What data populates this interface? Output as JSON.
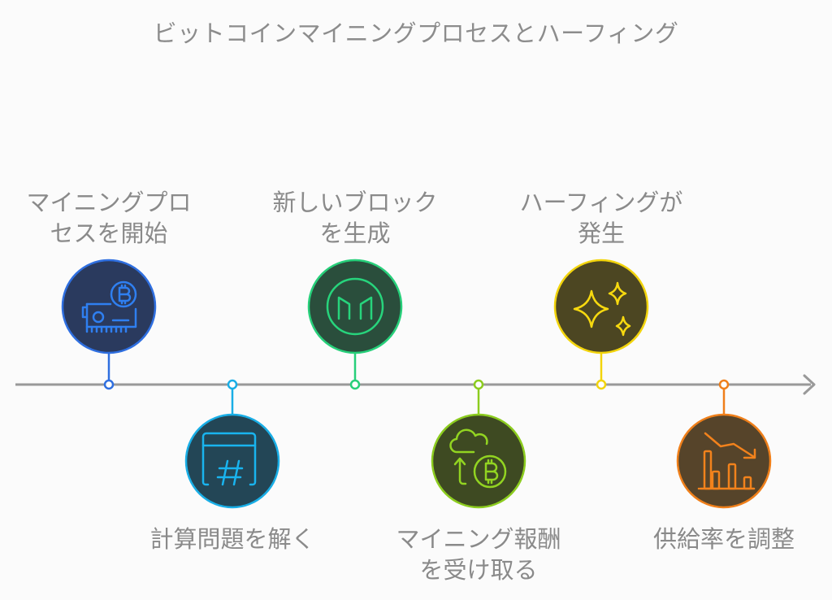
{
  "title": "ビットコインマイニングプロセスとハーフィング",
  "timeline": {
    "line_color": "#999999",
    "steps": [
      {
        "label": "マイニングプロ\nセスを開始",
        "position": "top",
        "color": "#2f6fe0",
        "fill": "#2a3a5e",
        "icon": "gpu-bitcoin-icon"
      },
      {
        "label": "計算問題を解く",
        "position": "bottom",
        "color": "#19aee6",
        "fill": "#234656",
        "icon": "hash-calculator-icon"
      },
      {
        "label": "新しいブロック\nを生成",
        "position": "top",
        "color": "#27cf7a",
        "fill": "#2a4e3c",
        "icon": "block-m-icon"
      },
      {
        "label": "マイニング報酬\nを受け取る",
        "position": "bottom",
        "color": "#8ccc1f",
        "fill": "#3e4a22",
        "icon": "cloud-bitcoin-reward-icon"
      },
      {
        "label": "ハーフィングが\n発生",
        "position": "top",
        "color": "#f2d40c",
        "fill": "#4c4622",
        "icon": "sparkles-icon"
      },
      {
        "label": "供給率を調整",
        "position": "bottom",
        "color": "#ef7f1a",
        "fill": "#56442a",
        "icon": "declining-chart-icon"
      }
    ]
  }
}
